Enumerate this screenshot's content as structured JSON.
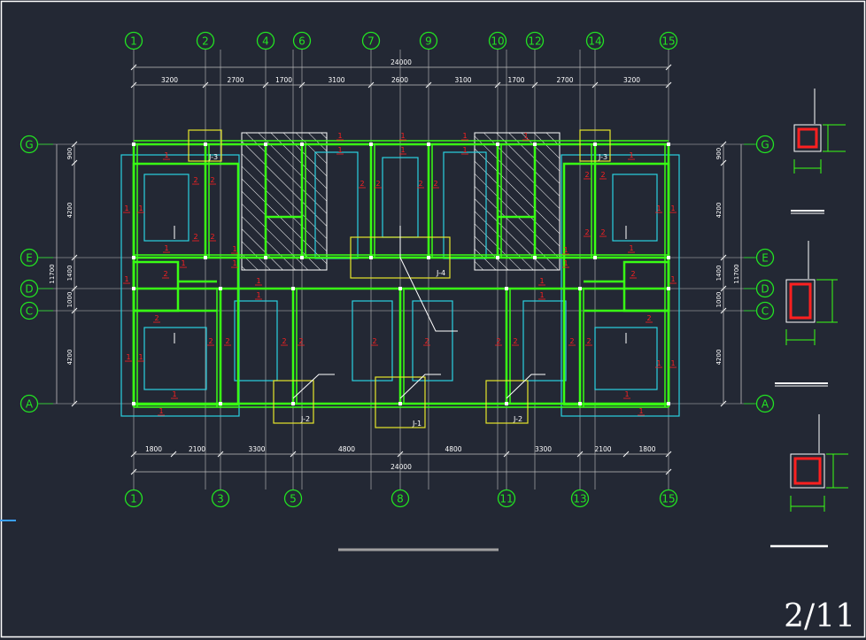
{
  "colors": {
    "background": "#232834",
    "frame": "#ffffff",
    "axis": "#22e322",
    "foundation": "#39ff14",
    "foundation_inner": "#1a9a1a",
    "outline": "#2ad2e2",
    "dimension": "#c0c0c0",
    "footing_box": "#e6e62a",
    "label_red": "#ff2020",
    "hatch": "#ffffff"
  },
  "top_axes": [
    "1",
    "2",
    "4",
    "6",
    "7",
    "9",
    "10",
    "12",
    "14",
    "15"
  ],
  "bottom_axes": [
    "1",
    "3",
    "5",
    "8",
    "11",
    "13",
    "15"
  ],
  "row_axes": [
    "G",
    "E",
    "D",
    "C",
    "A"
  ],
  "top_dims": [
    "3200",
    "2700",
    "1700",
    "3100",
    "2600",
    "3100",
    "1700",
    "2700",
    "3200"
  ],
  "top_total": "24000",
  "bottom_dims": [
    "1800",
    "2100",
    "3300",
    "4800",
    "4800",
    "3300",
    "2100",
    "1800"
  ],
  "bottom_total": "24000",
  "left_dims": [
    "900",
    "4200",
    "1400",
    "1000",
    "4200"
  ],
  "left_total": "11700",
  "right_dims": [
    "900",
    "4200",
    "1400",
    "1000",
    "4200"
  ],
  "right_total": "11700",
  "footing_tags": [
    "J-3",
    "J-3",
    "J-4",
    "J-2",
    "J-1",
    "J-2"
  ],
  "beam_marks": [
    "1",
    "2"
  ],
  "page_number": "2/11"
}
